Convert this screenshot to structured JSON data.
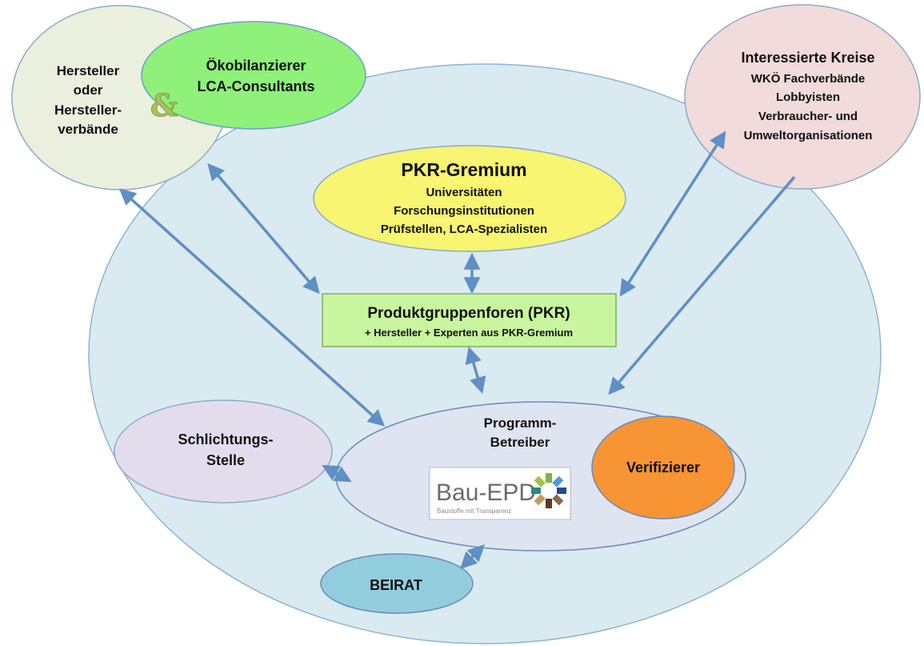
{
  "nodes": {
    "hersteller": {
      "lines": [
        "Hersteller",
        "oder",
        "Hersteller-",
        "verbände"
      ]
    },
    "ampersand": "&",
    "oekobilanzierer": {
      "lines": [
        "Ökobilanzierer",
        "LCA-Consultants"
      ]
    },
    "interessierte": {
      "title": "Interessierte Kreise",
      "lines": [
        "WKÖ Fachverbände",
        "Lobbyisten",
        "Verbraucher- und",
        "Umweltorganisationen"
      ]
    },
    "pkr_gremium": {
      "title": "PKR-Gremium",
      "lines": [
        "Universitäten",
        "Forschungsinstitutionen",
        "Prüfstellen, LCA-Spezialisten"
      ]
    },
    "produktgruppenforen": {
      "title": "Produktgruppenforen (PKR)",
      "subtitle": "+ Hersteller + Experten aus PKR-Gremium"
    },
    "programm_betreiber": {
      "lines": [
        "Programm-",
        "Betreiber"
      ]
    },
    "schlichtungsstelle": {
      "lines": [
        "Schlichtungs-",
        "Stelle"
      ]
    },
    "verifizierer": {
      "label": "Verifizierer"
    },
    "beirat": {
      "label": "BEIRAT"
    },
    "logo": {
      "name": "Bau-EPD",
      "tagline": "Baustoffe mit Transparenz"
    }
  },
  "colors": {
    "outer_ellipse": "#daeaf1",
    "hersteller": "#ebefdd",
    "oekobilanzierer": "#8ff07a",
    "interessierte": "#f1dbdb",
    "pkr_gremium": "#f7f571",
    "produktgruppenforen": "#c8f59e",
    "programm": "#dfe4f1",
    "schlichtung": "#e3dced",
    "verifizierer": "#f79433",
    "beirat": "#92cddd",
    "arrow": "#5f8fc4",
    "ampersand": "#a9c25b"
  }
}
